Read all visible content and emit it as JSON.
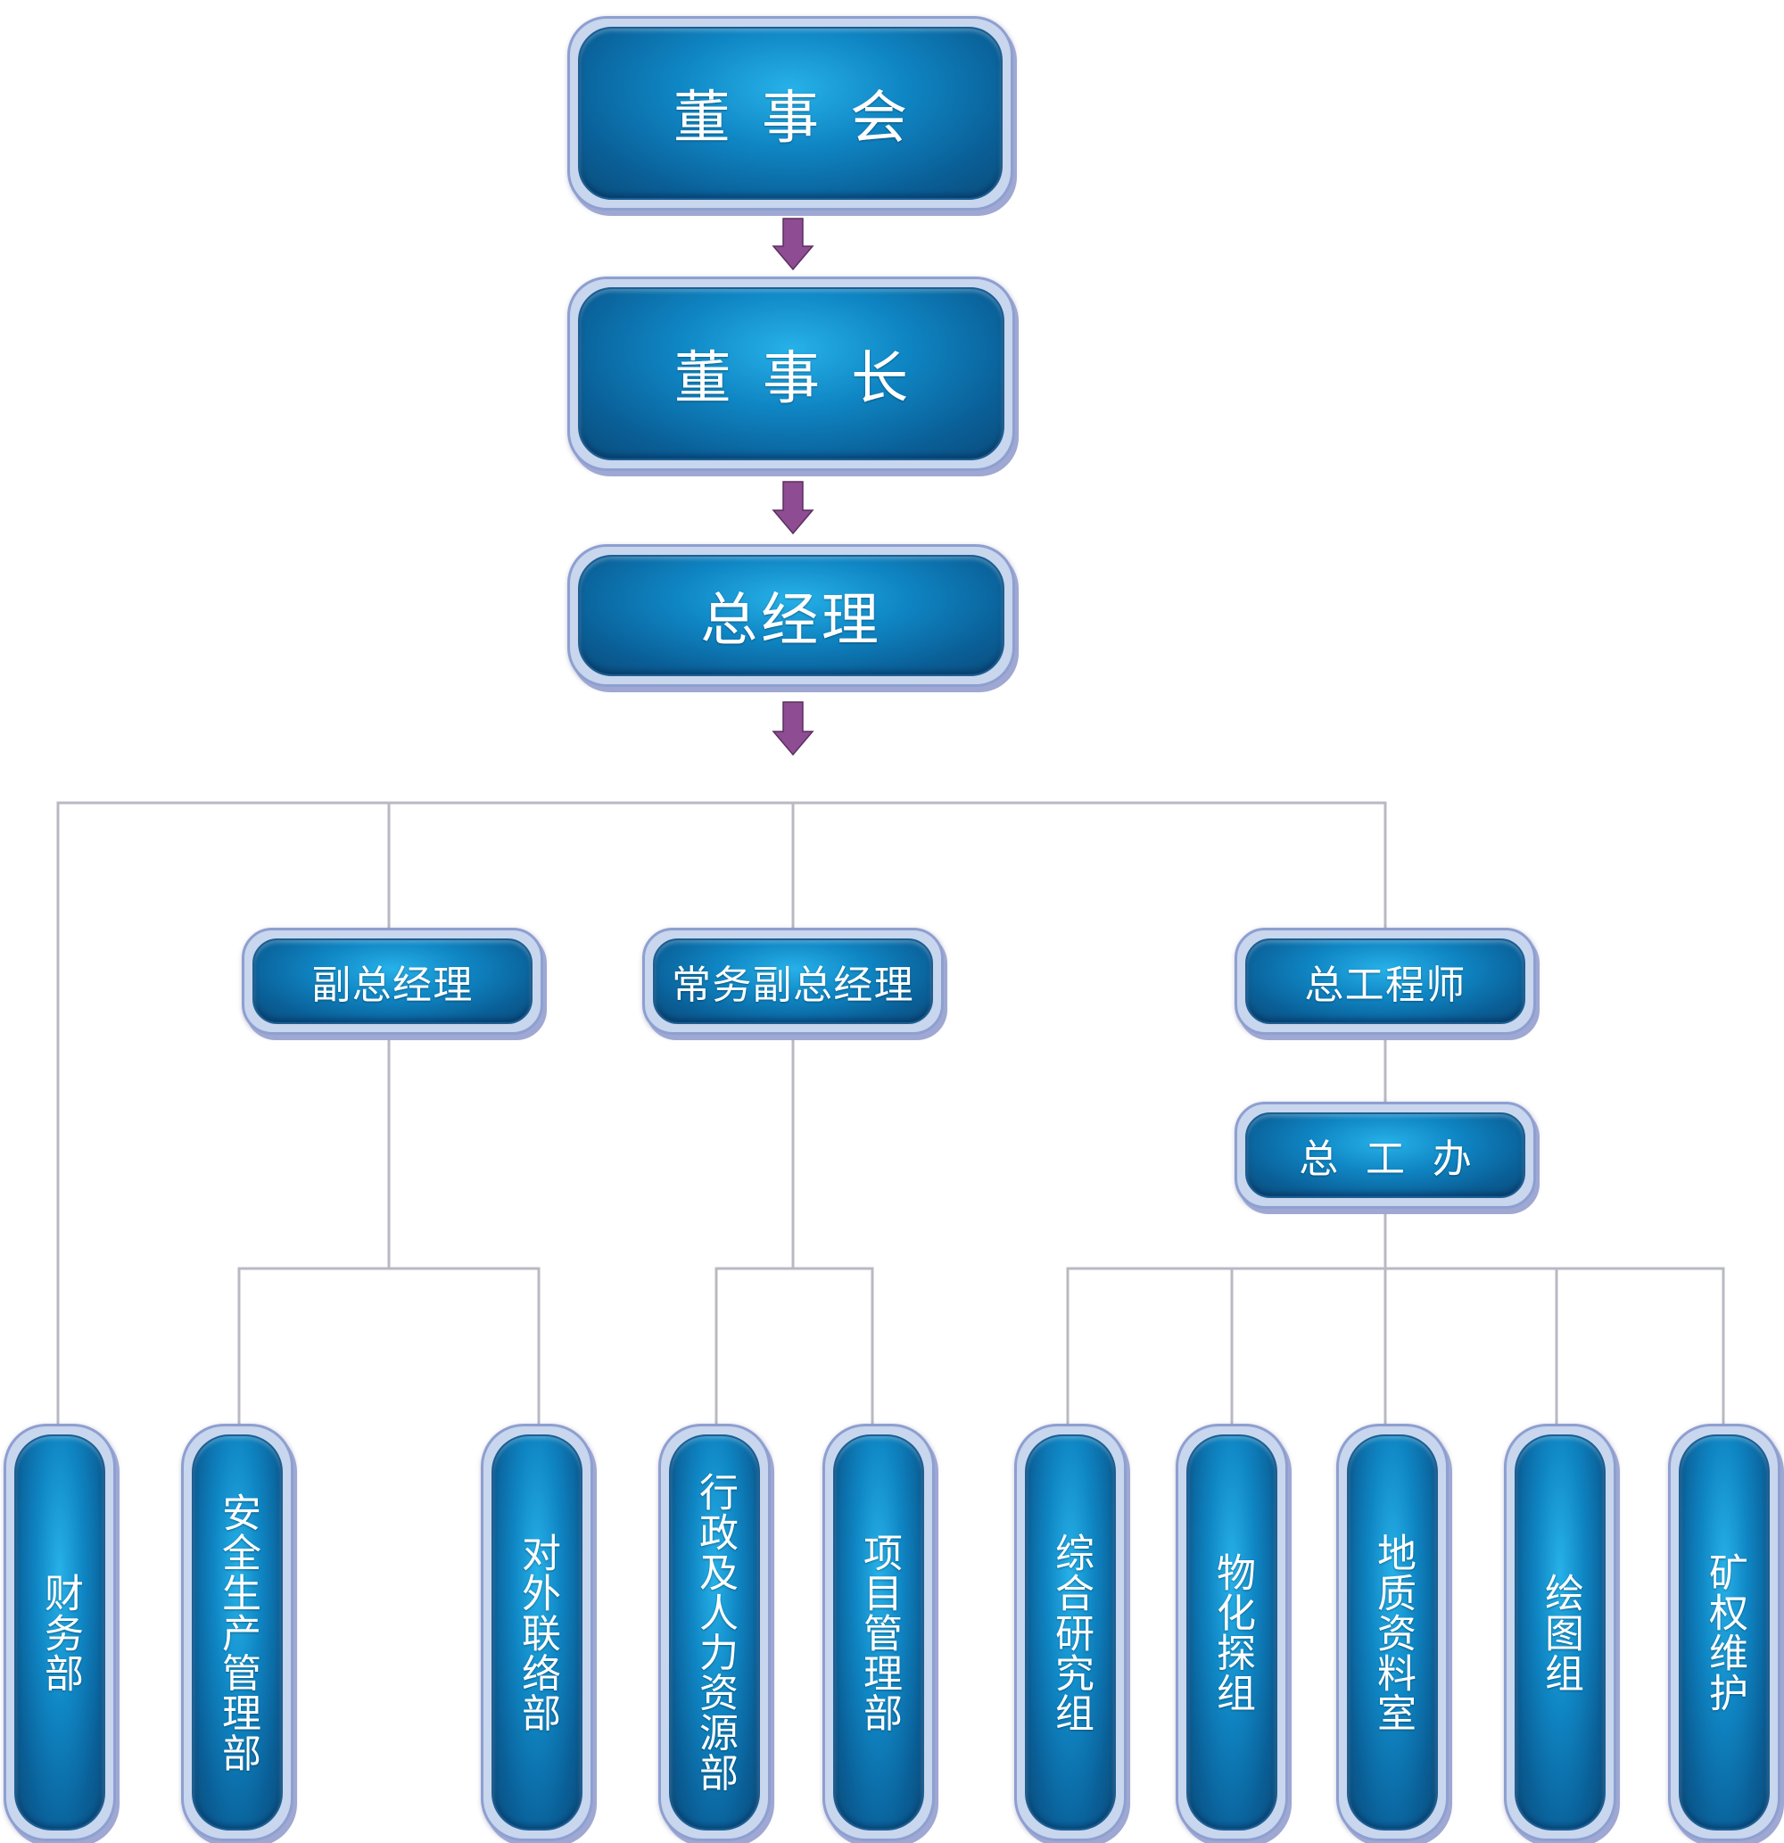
{
  "chart": {
    "top": {
      "board": "董事会",
      "chairman": "董事长",
      "general_manager": "总经理"
    },
    "managers": {
      "deputy_gm": "副总经理",
      "executive_deputy_gm": "常务副总经理",
      "chief_engineer": "总工程师",
      "chief_engineer_office": "总工办"
    },
    "departments": {
      "finance": "财务部",
      "safety": "安全生产管理部",
      "external": "对外联络部",
      "admin_hr": "行政及人力资源部",
      "project": "项目管理部",
      "research": "综合研究组",
      "geophysics": "物化探组",
      "geology": "地质资料室",
      "drafting": "绘图组",
      "mining_rights": "矿权维护"
    }
  }
}
